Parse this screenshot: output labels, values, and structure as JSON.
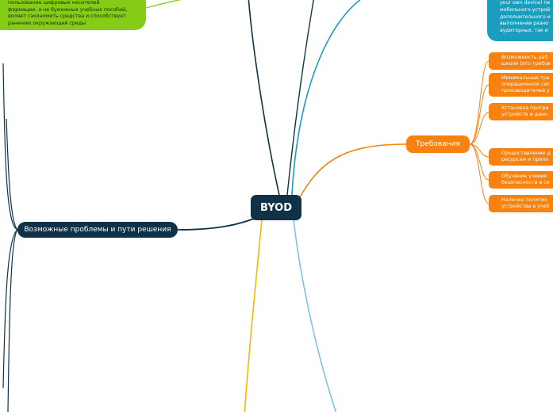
{
  "root": {
    "label": "BYOD"
  },
  "topics": {
    "problems": "Возможные проблемы и пути решения",
    "requirements": "Требования"
  },
  "green_note": {
    "lines": [
      "пользование цифровых носителей",
      "формации, а не бумажных учебных пособий,",
      "воляет сэкономить средства и способствует",
      "ранению окружающей среды"
    ]
  },
  "teal_note": {
    "lines": [
      "your own device) пе",
      "мобильного устрой",
      "дополнительного и",
      "выполнении разно",
      "аудиторных, так и"
    ]
  },
  "requirements_items": [
    {
      "line1": "Возможность раб",
      "line2": "школе (это требов"
    },
    {
      "line1": "Минимальные тре",
      "line2": "операционной сис",
      "line3": "производителей у"
    },
    {
      "line1": "Установка програ",
      "line2": "устройств и данн"
    },
    {
      "line1": "Предоставление д",
      "line2": "ресурсам и прило"
    },
    {
      "line1": "Обучение ученик",
      "line2": "безопасности в се"
    },
    {
      "line1": "Наличие политик",
      "line2": "устройства в учеб"
    }
  ],
  "colors": {
    "root": "#0f3246",
    "orange": "#f7820f",
    "green": "#84cc16",
    "teal": "#1b9dbd",
    "yellow": "#f5b800",
    "light_blue": "#7cc3e3"
  }
}
